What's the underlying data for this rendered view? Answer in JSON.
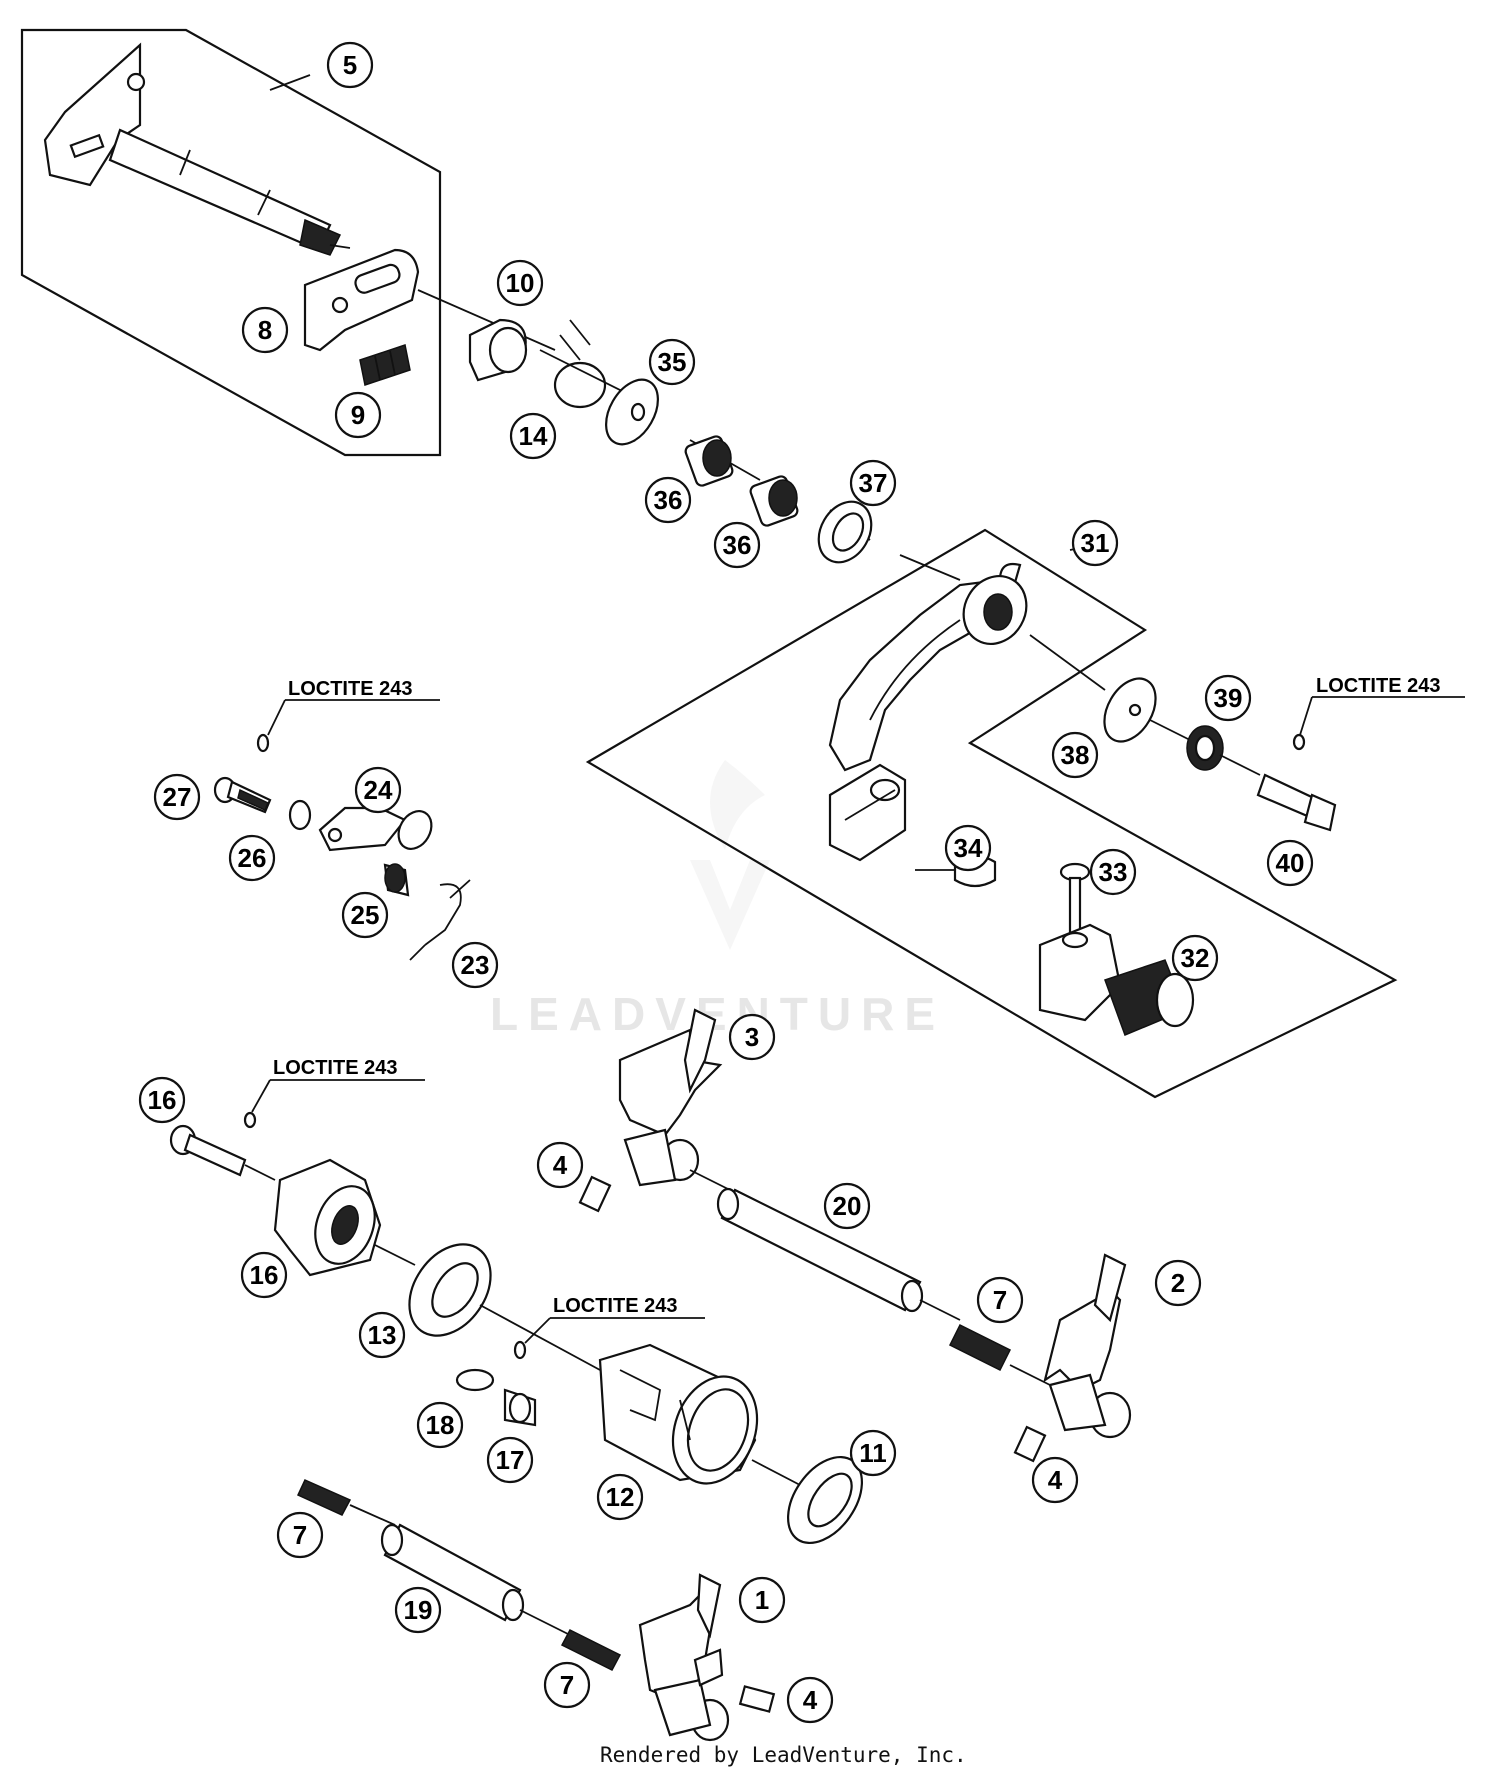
{
  "diagram": {
    "callouts": [
      "5",
      "8",
      "9",
      "10",
      "14",
      "35",
      "36",
      "36",
      "37",
      "31",
      "38",
      "39",
      "40",
      "27",
      "24",
      "26",
      "25",
      "23",
      "34",
      "33",
      "32",
      "3",
      "4",
      "20",
      "16",
      "16",
      "13",
      "2",
      "7",
      "18",
      "17",
      "12",
      "11",
      "4",
      "7",
      "19",
      "1",
      "7",
      "4"
    ],
    "notes": [
      "LOCTITE 243",
      "LOCTITE 243",
      "LOCTITE 243",
      "LOCTITE 243"
    ],
    "watermark": "LEADVENTURE",
    "footer": "Rendered by LeadVenture, Inc."
  },
  "colors": {
    "line": "#111111",
    "fill": "#ffffff",
    "watermark": "#e6e6e6"
  }
}
